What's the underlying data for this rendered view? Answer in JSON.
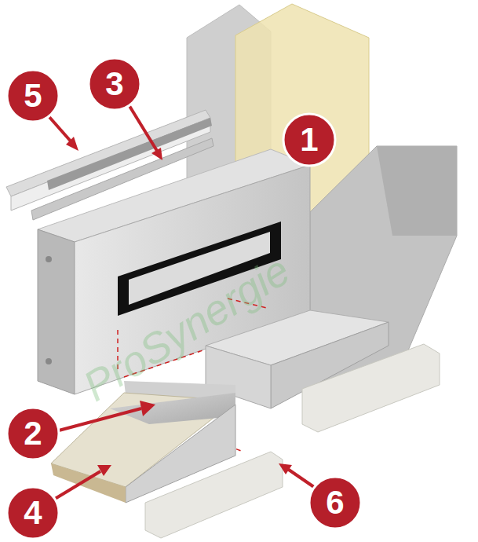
{
  "diagram": {
    "labels": [
      "5",
      "3",
      "1",
      "2",
      "4",
      "6",
      "ProSynergie"
    ]
  }
}
